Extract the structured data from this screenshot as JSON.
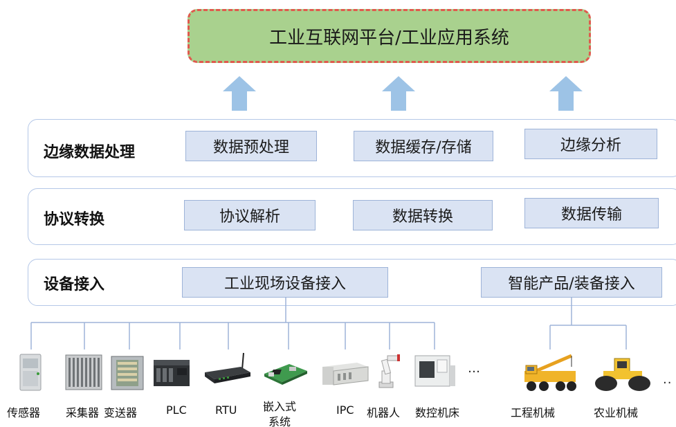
{
  "platform": {
    "label": "工业互联网平台/工业应用系统"
  },
  "layers": {
    "edge": {
      "title": "边缘数据处理",
      "boxes": [
        "数据预处理",
        "数据缓存/存储",
        "边缘分析"
      ]
    },
    "protocol": {
      "title": "协议转换",
      "boxes": [
        "协议解析",
        "数据转换",
        "数据传输"
      ]
    },
    "access": {
      "title": "设备接入",
      "boxes": [
        "工业现场设备接入",
        "智能产品/装备接入"
      ]
    }
  },
  "devices": {
    "sensor": "传感器",
    "collector": "采集器",
    "transmitter": "变送器",
    "plc": "PLC",
    "rtu": "RTU",
    "embedded_line1": "嵌入式",
    "embedded_line2": "系统",
    "ipc": "IPC",
    "robot": "机器人",
    "cnc": "数控机床",
    "engineering": "工程机械",
    "agricultural": "农业机械",
    "more_left": "…",
    "more_right": ".."
  },
  "colors": {
    "platform_fill": "#a9d18e",
    "platform_border": "#e05a4e",
    "arrow": "#9dc3e6",
    "box_fill": "#dae3f3",
    "layer_border": "#b4c7e7"
  }
}
